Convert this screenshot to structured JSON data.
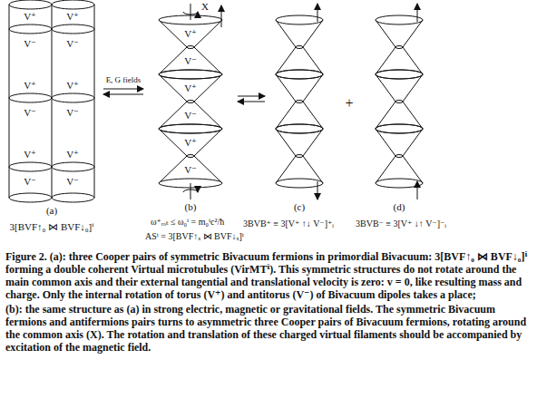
{
  "diagram": {
    "caption": "Figure 2. (a): three Cooper pairs of symmetric Bivacuum fermions in primordial Bivacuum: 3[BVF↑₀ ⋈ BVF↓₀]ⁱ forming a double coherent Virtual microtubules (VirMTⁱ). This symmetric structures do not rotate around the main common axis and their external tangential and translational velocity is zero: v = 0, like resulting mass and charge. Only the internal rotation of torus (V⁺) and antitorus (V⁻) of Bivacuum dipoles takes a place;",
    "labels": [
      "V⁺",
      "V⁺",
      "V⁻",
      "V⁻",
      "V⁺",
      "V⁺",
      "V⁻",
      "V⁻",
      "V⁺",
      "V⁺",
      "V⁻",
      "V⁻",
      "E, G fields",
      "V⁺",
      "V⁻",
      "V⁺",
      "V⁻",
      "V⁺",
      "V⁻",
      "X",
      "(a)",
      "(b)",
      "(c)",
      "(d)",
      "3[BVF↑₀ ⋈ BVF↓₀]ⁱ",
      "ω⁺ᵣₒₜ ≤ ω₀ⁱ = m₀ⁱc²/ħ",
      "ASⁱ = 3[BVF↑ₓ ⋈ BVF↓ₓ]ⁱ",
      "3BVB⁺ ≡ 3[V⁺ ↑↓ V⁻]⁺ᵢ",
      "3BVB⁻ ≡ 3[V⁺ ↓↑ V⁻]⁻ᵢ",
      "+",
      "(b): the same structure as (a) in strong electric, magnetic or gravitational fields. The symmetric Bivacuum fermions and antifermions pairs turns to asymmetric three Cooper pairs of Bivacuum fermions, rotating around the common axis (X). The rotation and translation of these charged virtual filaments should be accompanied by excitation of the magnetic field."
    ]
  }
}
